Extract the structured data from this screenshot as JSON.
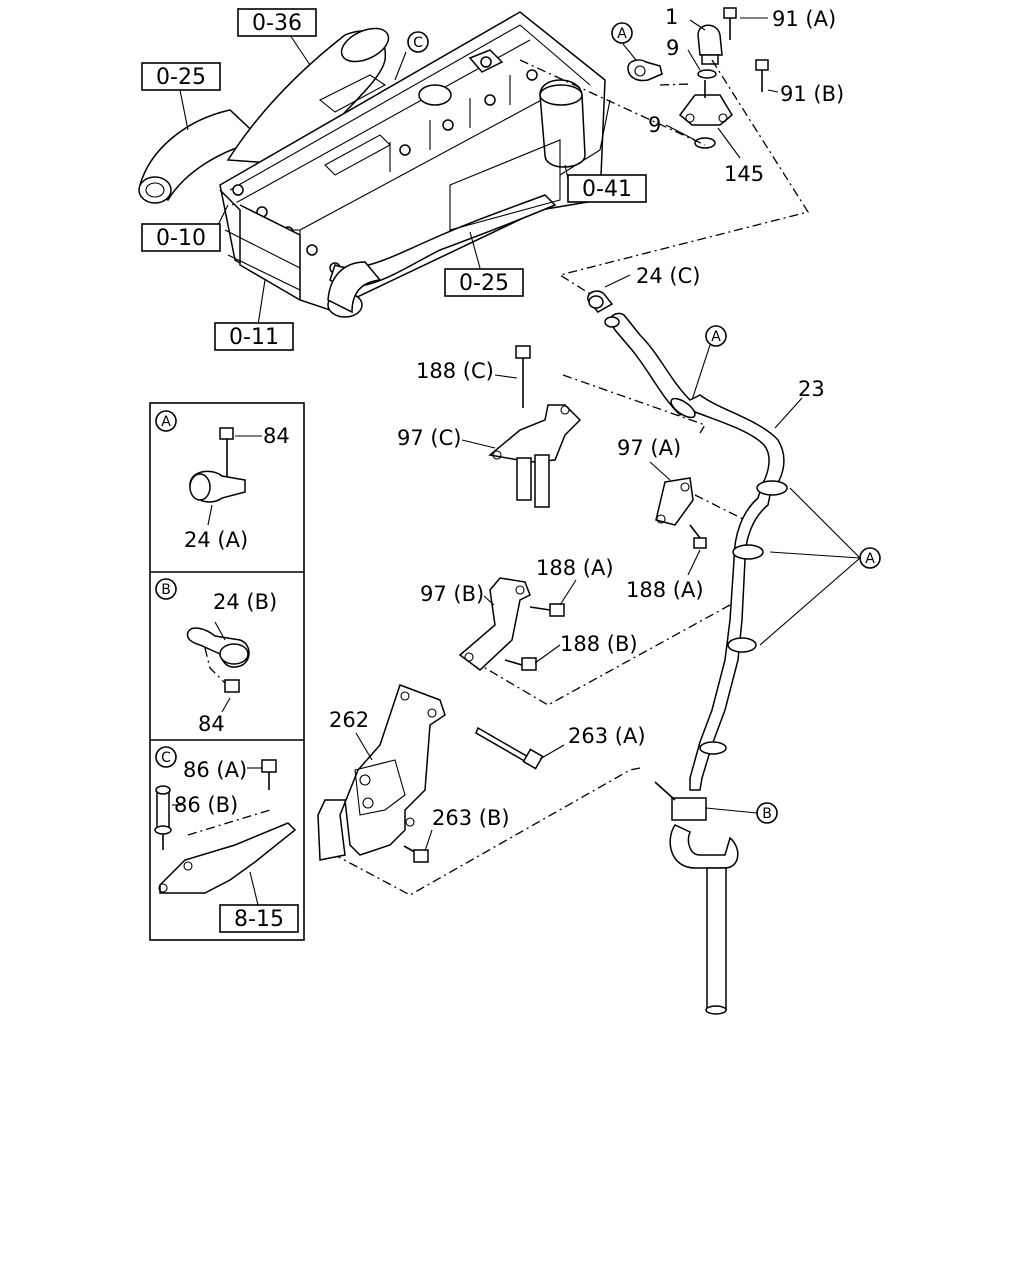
{
  "callouts": {
    "p1": "1",
    "p9a": "9",
    "p9b": "9",
    "p91a": "91 (A)",
    "p91b": "91 (B)",
    "p145": "145",
    "p24c": "24 (C)",
    "p23": "23",
    "p188c": "188 (C)",
    "p97c": "97 (C)",
    "p97a": "97 (A)",
    "p188a1": "188 (A)",
    "p188a2": "188 (A)",
    "p97b": "97 (B)",
    "p188b": "188 (B)",
    "p262": "262",
    "p263a": "263 (A)",
    "p263b": "263 (B)"
  },
  "references": {
    "r036": "0-36",
    "r025a": "0-25",
    "r010": "0-10",
    "r011": "0-11",
    "r041": "0-41",
    "r025b": "0-25",
    "r815": "8-15"
  },
  "markers": {
    "a": "A",
    "b": "B",
    "c": "C"
  },
  "inset": {
    "a_label": "A",
    "a_p84": "84",
    "a_p24a": "24 (A)",
    "b_label": "B",
    "b_p24b": "24 (B)",
    "b_p84": "84",
    "c_label": "C",
    "c_p86a": "86 (A)",
    "c_p86b": "86 (B)"
  }
}
